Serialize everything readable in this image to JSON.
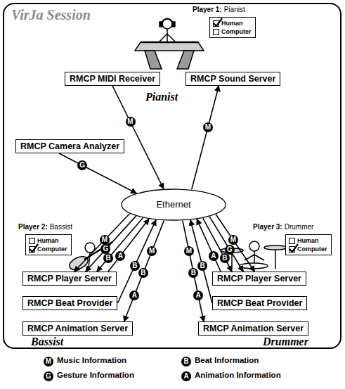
{
  "diagram": {
    "nodes": [
      {
        "text": [
          "VirJa Session"
        ]
      },
      {
        "text": [
          "Pianist"
        ],
        "in": 0
      },
      {
        "text": [
          "Human",
          "Computer"
        ],
        "in": 0
      },
      {
        "text": [
          "RMCP MIDI Receiver"
        ],
        "in": 0
      },
      {
        "text": [
          "RMCP Sound Server"
        ],
        "in": 0
      },
      {
        "text": [
          "RMCP Camera Analyzer"
        ],
        "in": 0
      },
      {
        "text": [
          "Ethernet"
        ],
        "in": 0
      },
      {
        "text": [
          "Bassist"
        ],
        "in": 0
      },
      {
        "text": [
          "Human",
          "Computer"
        ],
        "in": 0
      },
      {
        "text": [
          "RMCP Player Server"
        ],
        "in": 0
      },
      {
        "text": [
          "RMCP Beat Provider"
        ],
        "in": 0
      },
      {
        "text": [
          "RMCP Animation Server"
        ],
        "in": 0
      },
      {
        "text": [
          "Drummer"
        ],
        "in": 0
      },
      {
        "text": [
          "Human",
          "Computer"
        ],
        "in": 0
      },
      {
        "text": [
          "RMCP Player Server"
        ],
        "in": 0
      },
      {
        "text": [
          "RMCP Beat Provider"
        ],
        "in": 0
      },
      {
        "text": [
          "RMCP Animation Server"
        ],
        "in": 0
      }
    ],
    "edges": [
      {
        "from": 3,
        "to": 6,
        "label": "M",
        "arrow": "to"
      },
      {
        "from": 5,
        "to": 6,
        "label": "G",
        "arrow": "to"
      },
      {
        "from": 6,
        "to": 4,
        "label": "M",
        "arrow": "to"
      },
      {
        "from": 6,
        "to": 9,
        "label": "M",
        "arrow": "to"
      },
      {
        "from": 6,
        "to": 9,
        "label": "G",
        "arrow": "to"
      },
      {
        "from": 6,
        "to": 9,
        "label": "B",
        "arrow": "to"
      },
      {
        "from": 9,
        "to": 6,
        "label": "A",
        "arrow": "to"
      },
      {
        "from": 10,
        "to": 6,
        "label": "B",
        "arrow": "to"
      },
      {
        "from": 6,
        "to": 11,
        "label": "M",
        "arrow": "to"
      },
      {
        "from": 6,
        "to": 14,
        "label": "M",
        "arrow": "to"
      },
      {
        "from": 6,
        "to": 14,
        "label": "G",
        "arrow": "to"
      },
      {
        "from": 6,
        "to": 14,
        "label": "B",
        "arrow": "to"
      },
      {
        "from": 14,
        "to": 6,
        "label": "A",
        "arrow": "to"
      },
      {
        "from": 15,
        "to": 6,
        "label": "B",
        "arrow": "to"
      },
      {
        "from": 6,
        "to": 16,
        "label": "M",
        "arrow": "to"
      }
    ],
    "labels": [
      "Player 1:",
      "Pianist",
      "Player 2:",
      "Bassist",
      "Player 3:",
      "Drummer",
      "B",
      "A",
      "B",
      "A",
      "M",
      "B",
      "G",
      "A"
    ],
    "legend": [
      {
        "text": "Music Information"
      },
      {
        "text": "Beat Information"
      },
      {
        "text": "Gesture Information"
      },
      {
        "text": "Animation Information"
      }
    ]
  }
}
